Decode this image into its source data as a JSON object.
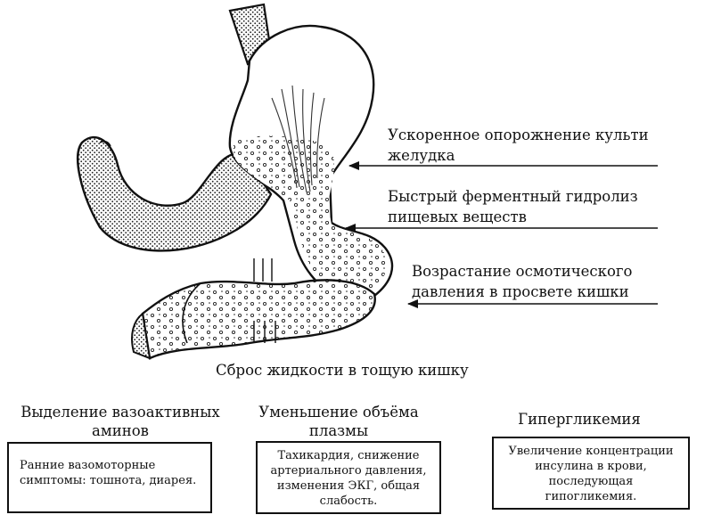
{
  "arrow_labels": [
    {
      "id": "emptying",
      "text": "Ускоренное опорожнение культи\nжелудка"
    },
    {
      "id": "hydrolysis",
      "text": "Быстрый ферментный гидролиз\nпищевых веществ"
    },
    {
      "id": "osmotic",
      "text": "Возрастание осмотического\nдавления в просвете кишки"
    }
  ],
  "caption": "Сброс жидкости в тощую кишку",
  "outcomes": [
    {
      "id": "amines",
      "heading": "Выделение вазоактивных\nаминов",
      "box": "Ранние вазомоторные\nсимптомы: тошнота, диарея."
    },
    {
      "id": "plasma",
      "heading": "Уменьшение объёма\nплазмы",
      "box": "Тахикардия, снижение\nартериального давления,\nизменения ЭКГ, общая\nслабость."
    },
    {
      "id": "hyperglycemia",
      "heading": "Гипергликемия",
      "box": "Увеличение концентрации\nинсулина в крови,\nпоследующая\nгипогликемия."
    }
  ]
}
